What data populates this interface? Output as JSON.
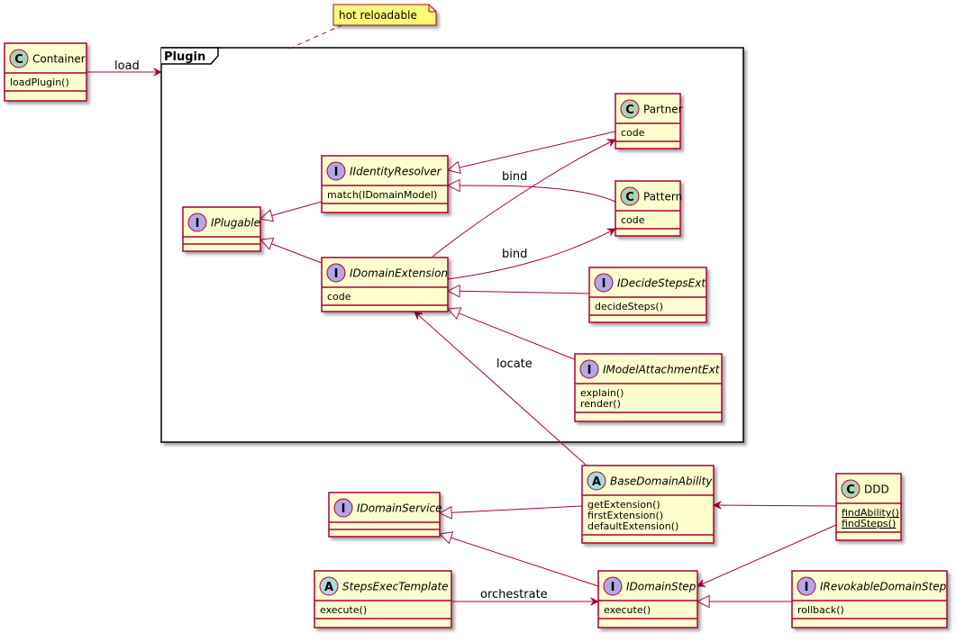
{
  "package": {
    "title": "Plugin"
  },
  "note": {
    "text": "hot reloadable"
  },
  "classes": {
    "container": {
      "stereotype": "C",
      "name": "Container",
      "italic": false,
      "members": [
        "loadPlugin()"
      ]
    },
    "iplugable": {
      "stereotype": "I",
      "name": "IPlugable",
      "italic": true,
      "members": []
    },
    "iidentityresolver": {
      "stereotype": "I",
      "name": "IIdentityResolver",
      "italic": true,
      "members": [
        "match(IDomainModel)"
      ]
    },
    "idomainextension": {
      "stereotype": "I",
      "name": "IDomainExtension",
      "italic": true,
      "members": [
        "code"
      ]
    },
    "partner": {
      "stereotype": "C",
      "name": "Partner",
      "italic": false,
      "members": [
        "code"
      ]
    },
    "pattern": {
      "stereotype": "C",
      "name": "Pattern",
      "italic": false,
      "members": [
        "code"
      ]
    },
    "idecidestepsext": {
      "stereotype": "I",
      "name": "IDecideStepsExt",
      "italic": true,
      "members": [
        "decideSteps()"
      ]
    },
    "imodelattachmentext": {
      "stereotype": "I",
      "name": "IModelAttachmentExt",
      "italic": true,
      "members": [
        "explain()",
        "render()"
      ]
    },
    "basedomainability": {
      "stereotype": "A",
      "name": "BaseDomainAbility",
      "italic": true,
      "members": [
        "getExtension()",
        "firstExtension()",
        "defaultExtension()"
      ]
    },
    "idomainservice": {
      "stereotype": "I",
      "name": "IDomainService",
      "italic": true,
      "members": []
    },
    "ddd": {
      "stereotype": "C",
      "name": "DDD",
      "italic": false,
      "members": [
        "findAbility()",
        "findSteps()"
      ]
    },
    "stepsexectemplate": {
      "stereotype": "A",
      "name": "StepsExecTemplate",
      "italic": true,
      "members": [
        "execute()"
      ]
    },
    "idomainstep": {
      "stereotype": "I",
      "name": "IDomainStep",
      "italic": true,
      "members": [
        "execute()"
      ]
    },
    "irevokabledomainstep": {
      "stereotype": "I",
      "name": "IRevokableDomainStep",
      "italic": true,
      "members": [
        "rollback()"
      ]
    }
  },
  "edges": [
    {
      "id": "load",
      "from": "container",
      "to": "package",
      "kind": "association",
      "label": "load"
    },
    {
      "id": "resolver-plugable",
      "from": "iidentityresolver",
      "to": "iplugable",
      "kind": "inheritance",
      "label": ""
    },
    {
      "id": "extension-plugable",
      "from": "idomainextension",
      "to": "iplugable",
      "kind": "inheritance",
      "label": ""
    },
    {
      "id": "partner-resolver",
      "from": "partner",
      "to": "iidentityresolver",
      "kind": "inheritance",
      "label": ""
    },
    {
      "id": "pattern-resolver",
      "from": "pattern",
      "to": "iidentityresolver",
      "kind": "inheritance",
      "label": ""
    },
    {
      "id": "bind-partner",
      "from": "idomainextension",
      "to": "partner",
      "kind": "association",
      "label": "bind"
    },
    {
      "id": "bind-pattern",
      "from": "idomainextension",
      "to": "pattern",
      "kind": "association",
      "label": "bind"
    },
    {
      "id": "decide-extension",
      "from": "idecidestepsext",
      "to": "idomainextension",
      "kind": "inheritance",
      "label": ""
    },
    {
      "id": "attachment-extension",
      "from": "imodelattachmentext",
      "to": "idomainextension",
      "kind": "inheritance",
      "label": ""
    },
    {
      "id": "locate",
      "from": "basedomainability",
      "to": "idomainextension",
      "kind": "association",
      "label": "locate"
    },
    {
      "id": "ability-service",
      "from": "basedomainability",
      "to": "idomainservice",
      "kind": "inheritance",
      "label": ""
    },
    {
      "id": "ddd-ability",
      "from": "ddd",
      "to": "basedomainability",
      "kind": "association",
      "label": ""
    },
    {
      "id": "ddd-step",
      "from": "ddd",
      "to": "idomainstep",
      "kind": "association",
      "label": ""
    },
    {
      "id": "step-service",
      "from": "idomainstep",
      "to": "idomainservice",
      "kind": "inheritance",
      "label": ""
    },
    {
      "id": "orchestrate",
      "from": "stepsexectemplate",
      "to": "idomainstep",
      "kind": "association",
      "label": "orchestrate"
    },
    {
      "id": "revokable-step",
      "from": "irevokabledomainstep",
      "to": "idomainstep",
      "kind": "inheritance",
      "label": ""
    }
  ],
  "colors": {
    "class_fill": "#FEFECE",
    "border": "#A80036",
    "circle_class": "#ADD1B2",
    "circle_interface": "#B4A7E5",
    "circle_abstract": "#A9DCDF",
    "note_fill": "#FBFB77"
  }
}
